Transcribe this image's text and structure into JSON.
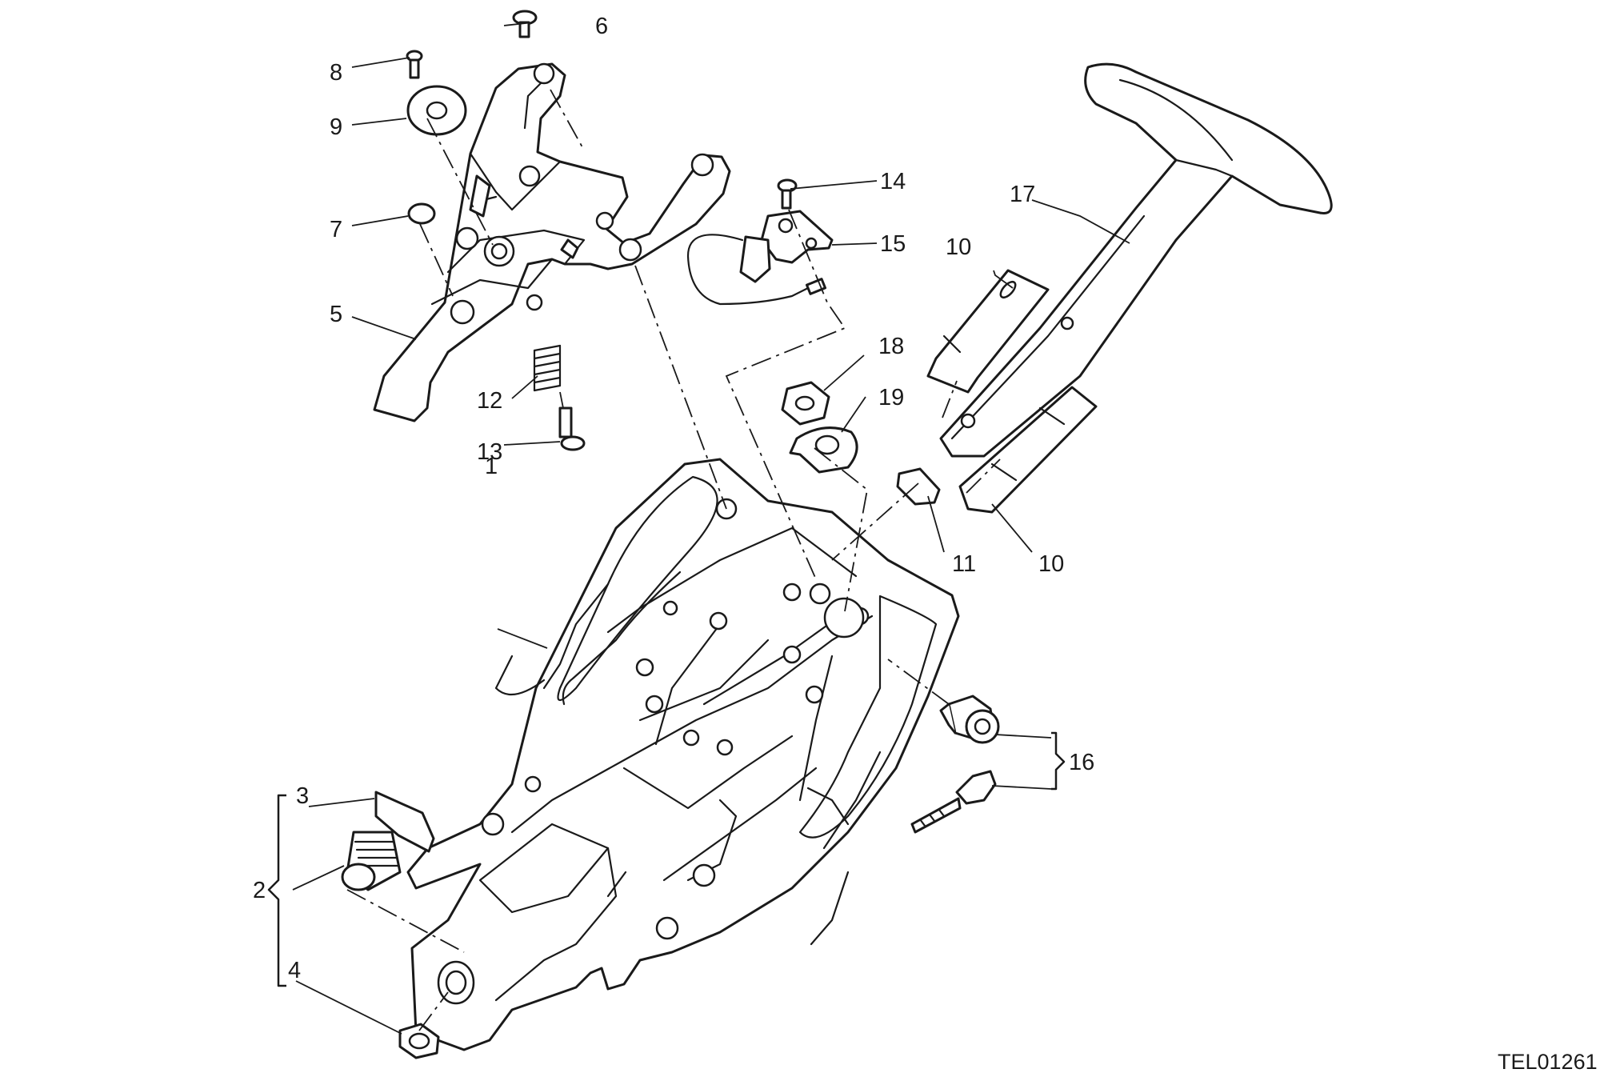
{
  "diagram": {
    "drawing_code": "TEL01261",
    "labels": {
      "p1": "1",
      "p2": "2",
      "p3": "3",
      "p4": "4",
      "p5": "5",
      "p6": "6",
      "p7": "7",
      "p8": "8",
      "p9": "9",
      "p10a": "10",
      "p10b": "10",
      "p11": "11",
      "p12": "12",
      "p13": "13",
      "p14": "14",
      "p15": "15",
      "p16": "16",
      "p17": "17",
      "p18": "18",
      "p19": "19"
    }
  }
}
